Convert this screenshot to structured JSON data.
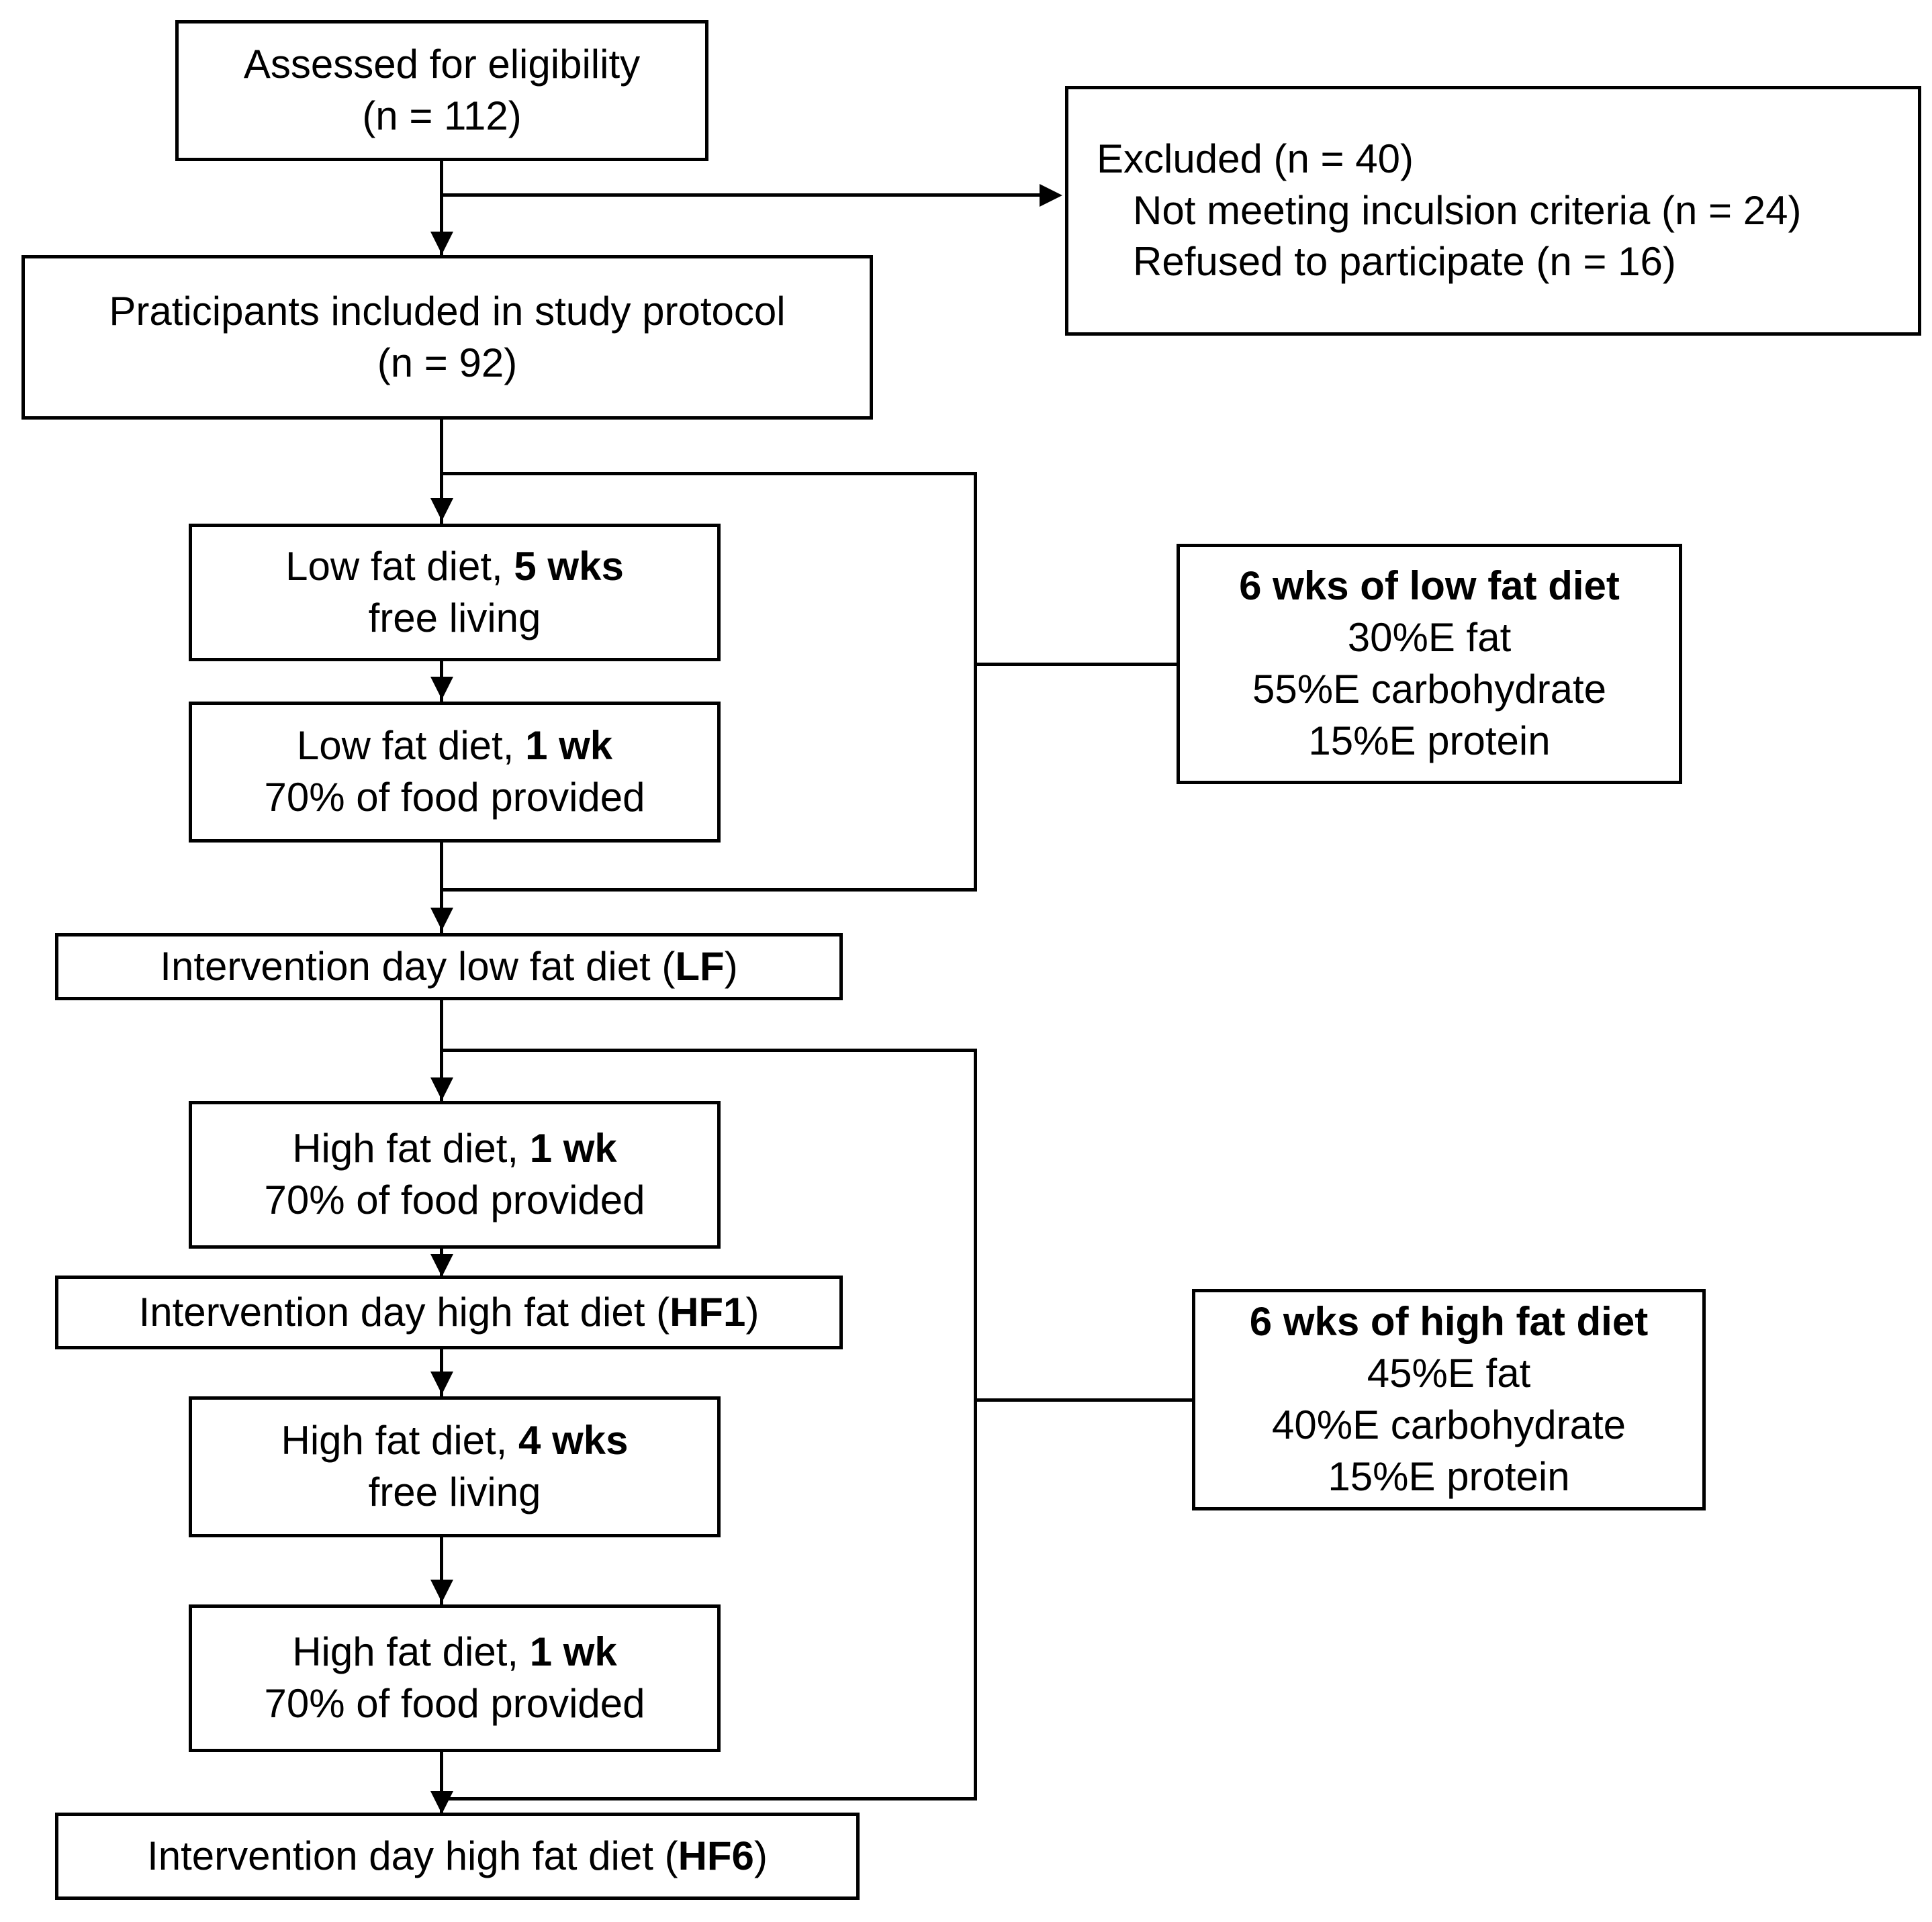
{
  "diagram": {
    "title": "Study protocol flow diagram",
    "type": "flowchart",
    "nodes": {
      "assessed": {
        "line1": "Assessed for eligibility",
        "line2": "(n = 112)"
      },
      "excluded": {
        "line1": "Excluded (n = 40)",
        "line2": "Not meeting inculsion criteria (n = 24)",
        "line3": "Refused to participate (n = 16)"
      },
      "participants": {
        "line1": "Praticipants included in study protocol",
        "line2": "(n = 92)"
      },
      "lowfat_5wks": {
        "line1_pre": "Low fat diet, ",
        "line1_strong": "5 wks",
        "line2": "free living"
      },
      "lowfat_1wk": {
        "line1_pre": "Low fat diet, ",
        "line1_strong": "1 wk",
        "line2": "70% of food provided"
      },
      "lowfat_composition": {
        "line1": "6 wks of low fat diet",
        "line2": "30%E fat",
        "line3": "55%E carbohydrate",
        "line4": "15%E protein"
      },
      "intervention_lf": {
        "text_pre": "Intervention day low fat diet (",
        "text_strong": "LF",
        "text_post": ")"
      },
      "highfat_1wk_first": {
        "line1_pre": "High fat diet, ",
        "line1_strong": "1 wk",
        "line2": "70% of food provided"
      },
      "intervention_hf1": {
        "text_pre": "Intervention day high fat diet (",
        "text_strong": "HF1",
        "text_post": ")"
      },
      "highfat_4wks": {
        "line1_pre": "High fat diet, ",
        "line1_strong": "4 wks",
        "line2": "free living"
      },
      "highfat_composition": {
        "line1": "6 wks of high fat diet",
        "line2": "45%E fat",
        "line3": "40%E carbohydrate",
        "line4": "15%E protein"
      },
      "highfat_1wk_second": {
        "line1_pre": "High fat diet, ",
        "line1_strong": "1 wk",
        "line2": "70% of food provided"
      },
      "intervention_hf6": {
        "text_pre": "Intervention day high fat diet (",
        "text_strong": "HF6",
        "text_post": ")"
      }
    },
    "colors": {
      "stroke": "#000000",
      "fill": "#ffffff",
      "text": "#000000"
    }
  }
}
